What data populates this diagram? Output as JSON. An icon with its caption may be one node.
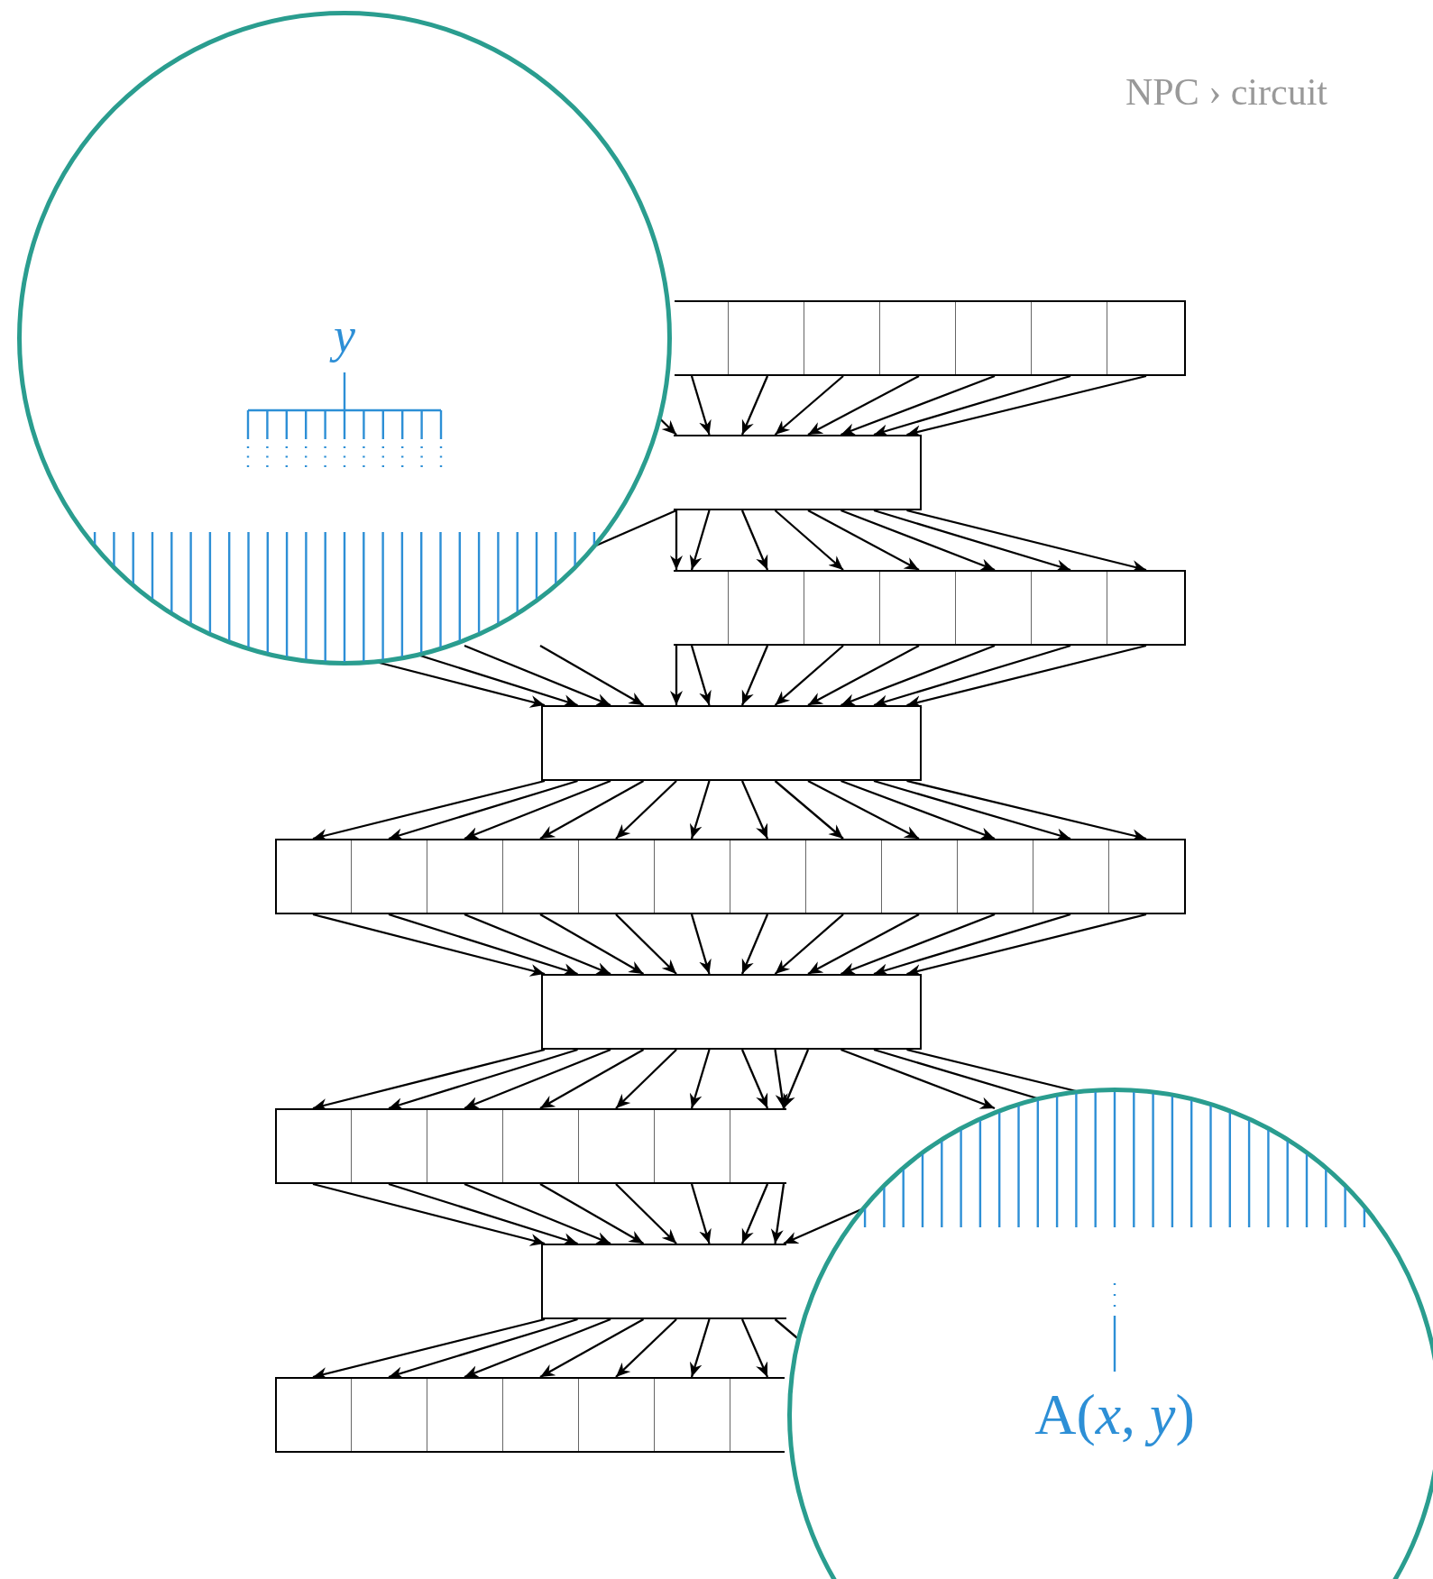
{
  "diagram": {
    "nodes": [
      {
        "text": [],
        "shape": "bar"
      },
      {
        "text": [],
        "shape": "bar"
      },
      {
        "text": [],
        "shape": "bar"
      },
      {
        "text": [],
        "shape": "bar"
      },
      {
        "text": [],
        "shape": "bar"
      },
      {
        "text": [],
        "shape": "bar"
      },
      {
        "text": [],
        "shape": "bar"
      },
      {
        "text": [],
        "shape": "bar"
      },
      {
        "text": [],
        "shape": "bar"
      }
    ],
    "edges": [
      {
        "from": null,
        "to": 1,
        "arrow": "to"
      },
      {
        "from": 0,
        "to": 1,
        "arrow": "to"
      },
      {
        "from": 0,
        "to": 1,
        "arrow": "to"
      },
      {
        "from": 0,
        "to": 1,
        "arrow": "to"
      },
      {
        "from": 0,
        "to": 1,
        "arrow": "to"
      },
      {
        "from": 0,
        "to": 1,
        "arrow": "to"
      },
      {
        "from": 0,
        "to": 1,
        "arrow": "to"
      },
      {
        "from": 0,
        "to": 1,
        "arrow": "to"
      },
      {
        "from": 1,
        "to": null,
        "arrow": "to"
      },
      {
        "from": 1,
        "to": 2,
        "arrow": "to"
      },
      {
        "from": 1,
        "to": 2,
        "arrow": "to"
      },
      {
        "from": 1,
        "to": 2,
        "arrow": "to"
      },
      {
        "from": 1,
        "to": 2,
        "arrow": "to"
      },
      {
        "from": 1,
        "to": 2,
        "arrow": "to"
      },
      {
        "from": 1,
        "to": 2,
        "arrow": "to"
      },
      {
        "from": 1,
        "to": 2,
        "arrow": "to"
      },
      {
        "from": 1,
        "to": 2,
        "arrow": "to"
      },
      {
        "from": null,
        "to": 3,
        "arrow": "to"
      },
      {
        "from": null,
        "to": 3,
        "arrow": "to"
      },
      {
        "from": null,
        "to": 3,
        "arrow": "to"
      },
      {
        "from": null,
        "to": 3,
        "arrow": "to"
      },
      {
        "from": 2,
        "to": 3,
        "arrow": "to"
      },
      {
        "from": 2,
        "to": 3,
        "arrow": "to"
      },
      {
        "from": 2,
        "to": 3,
        "arrow": "to"
      },
      {
        "from": 2,
        "to": 3,
        "arrow": "to"
      },
      {
        "from": 2,
        "to": 3,
        "arrow": "to"
      },
      {
        "from": 2,
        "to": 3,
        "arrow": "to"
      },
      {
        "from": 2,
        "to": 3,
        "arrow": "to"
      },
      {
        "from": 2,
        "to": 3,
        "arrow": "to"
      },
      {
        "from": 3,
        "to": 4,
        "arrow": "to"
      },
      {
        "from": 3,
        "to": 4,
        "arrow": "to"
      },
      {
        "from": 3,
        "to": 4,
        "arrow": "to"
      },
      {
        "from": 3,
        "to": 4,
        "arrow": "to"
      },
      {
        "from": 3,
        "to": 4,
        "arrow": "to"
      },
      {
        "from": 3,
        "to": 4,
        "arrow": "to"
      },
      {
        "from": 3,
        "to": 4,
        "arrow": "to"
      },
      {
        "from": 3,
        "to": 4,
        "arrow": "to"
      },
      {
        "from": 3,
        "to": 4,
        "arrow": "to"
      },
      {
        "from": 3,
        "to": 4,
        "arrow": "to"
      },
      {
        "from": 3,
        "to": 4,
        "arrow": "to"
      },
      {
        "from": 3,
        "to": 4,
        "arrow": "to"
      },
      {
        "from": 4,
        "to": 5,
        "arrow": "to"
      },
      {
        "from": 4,
        "to": 5,
        "arrow": "to"
      },
      {
        "from": 4,
        "to": 5,
        "arrow": "to"
      },
      {
        "from": 4,
        "to": 5,
        "arrow": "to"
      },
      {
        "from": 4,
        "to": 5,
        "arrow": "to"
      },
      {
        "from": 4,
        "to": 5,
        "arrow": "to"
      },
      {
        "from": 4,
        "to": 5,
        "arrow": "to"
      },
      {
        "from": 4,
        "to": 5,
        "arrow": "to"
      },
      {
        "from": 4,
        "to": 5,
        "arrow": "to"
      },
      {
        "from": 4,
        "to": 5,
        "arrow": "to"
      },
      {
        "from": 4,
        "to": 5,
        "arrow": "to"
      },
      {
        "from": 4,
        "to": 5,
        "arrow": "to"
      },
      {
        "from": 5,
        "to": 6,
        "arrow": "to"
      },
      {
        "from": 5,
        "to": 6,
        "arrow": "to"
      },
      {
        "from": 5,
        "to": 6,
        "arrow": "to"
      },
      {
        "from": 5,
        "to": 6,
        "arrow": "to"
      },
      {
        "from": 5,
        "to": 6,
        "arrow": "to"
      },
      {
        "from": 5,
        "to": 6,
        "arrow": "to"
      },
      {
        "from": 5,
        "to": 6,
        "arrow": "to"
      },
      {
        "from": 5,
        "to": 6,
        "arrow": "to"
      },
      {
        "from": 5,
        "to": 6,
        "arrow": "to"
      },
      {
        "from": 5,
        "to": null,
        "arrow": "to"
      },
      {
        "from": 5,
        "to": null,
        "arrow": "to"
      },
      {
        "from": 5,
        "to": null,
        "arrow": "to"
      },
      {
        "from": 6,
        "to": 7,
        "arrow": "to"
      },
      {
        "from": 6,
        "to": 7,
        "arrow": "to"
      },
      {
        "from": 6,
        "to": 7,
        "arrow": "to"
      },
      {
        "from": 6,
        "to": 7,
        "arrow": "to"
      },
      {
        "from": 6,
        "to": 7,
        "arrow": "to"
      },
      {
        "from": 6,
        "to": 7,
        "arrow": "to"
      },
      {
        "from": 6,
        "to": 7,
        "arrow": "to"
      },
      {
        "from": 6,
        "to": 7,
        "arrow": "to"
      },
      {
        "from": null,
        "to": 7,
        "arrow": "to"
      },
      {
        "from": 7,
        "to": 8,
        "arrow": "to"
      },
      {
        "from": 7,
        "to": 8,
        "arrow": "to"
      },
      {
        "from": 7,
        "to": 8,
        "arrow": "to"
      },
      {
        "from": 7,
        "to": 8,
        "arrow": "to"
      },
      {
        "from": 7,
        "to": 8,
        "arrow": "to"
      },
      {
        "from": 7,
        "to": 8,
        "arrow": "to"
      },
      {
        "from": 7,
        "to": 8,
        "arrow": "to"
      },
      {
        "from": 7,
        "to": null,
        "arrow": "to"
      }
    ],
    "labels": [
      "NPC › circuit",
      "y",
      "A(*x*, *y*)"
    ]
  }
}
